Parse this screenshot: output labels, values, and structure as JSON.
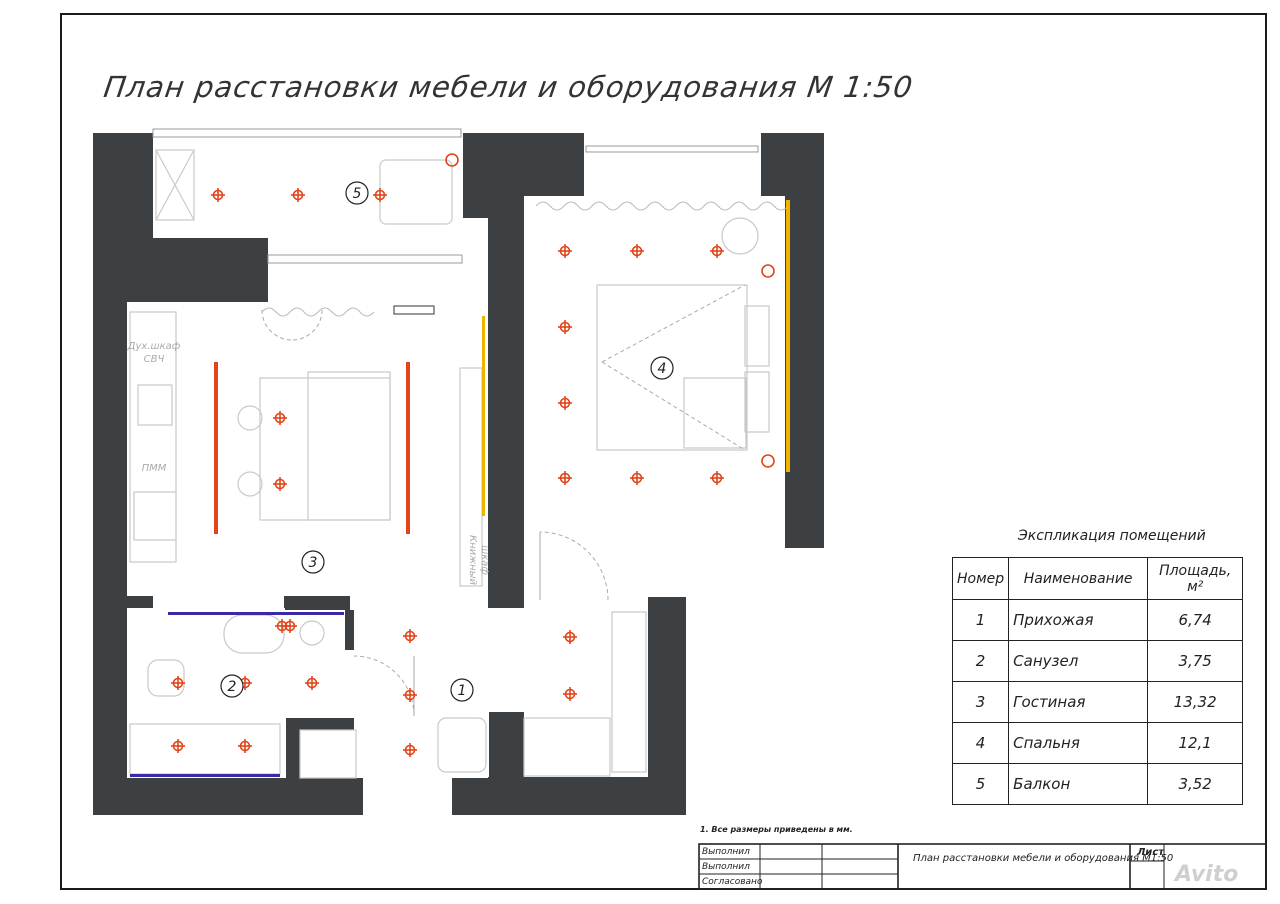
{
  "title": "План расстановки мебели и оборудования М 1:50",
  "rooms": [
    {
      "number": "1",
      "name": "Прихожая",
      "area": "6,74"
    },
    {
      "number": "2",
      "name": "Санузел",
      "area": "3,75"
    },
    {
      "number": "3",
      "name": "Гостиная",
      "area": "13,32"
    },
    {
      "number": "4",
      "name": "Спальня",
      "area": "12,1"
    },
    {
      "number": "5",
      "name": "Балкон",
      "area": "3,52"
    }
  ],
  "explication": {
    "title": "Экспликация помещений",
    "col_number": "Номер",
    "col_name": "Наименование",
    "col_area": "Площадь, м²"
  },
  "furniture_labels": {
    "wardrobe_microwave_1": "Дух.шкаф",
    "wardrobe_microwave_2": "СВЧ",
    "dishwasher": "ПММ",
    "bookshelf_1": "Книжный",
    "bookshelf_2": "шкаф"
  },
  "note": "1.  Все размеры приведены в мм.",
  "stamp": {
    "row1": "Выполнил",
    "row2": "Выполнил",
    "row3": "Согласовано",
    "title": "План расстановки мебели и оборудования М1:50",
    "sheet": "Лист"
  },
  "watermark": "Avito",
  "colors": {
    "wall": "#3d4042",
    "light": "#e0461a",
    "light_yellow": "#f0b400",
    "bath_trim": "#3b2aa8"
  }
}
